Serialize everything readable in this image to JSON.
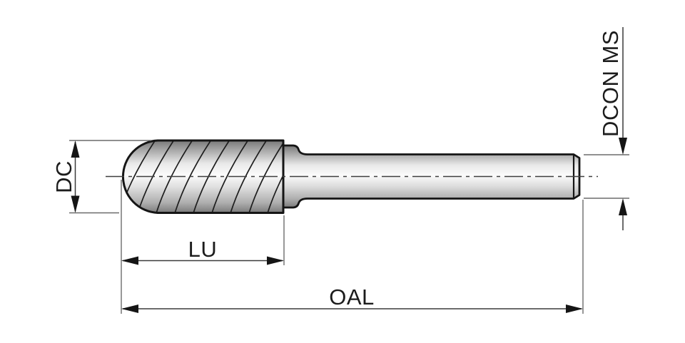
{
  "drawing": {
    "kind": "rotary-burr-dimension-drawing",
    "labels": {
      "dc": "DC",
      "lu": "LU",
      "oal": "OAL",
      "dcon": "DCON MS"
    },
    "colors": {
      "background": "#ffffff",
      "tool_outline": "#151515",
      "flute_line": "#1d1d1d",
      "centerline": "#3f3f3f",
      "dimension_line": "#3a3a3a",
      "extension_line": "#6b6b6b",
      "arrow_fill": "#151515",
      "label_text": "#1c1c1c",
      "fill_highlight": "#fbfbfb",
      "fill_shadow": "#7a7a7a"
    }
  }
}
